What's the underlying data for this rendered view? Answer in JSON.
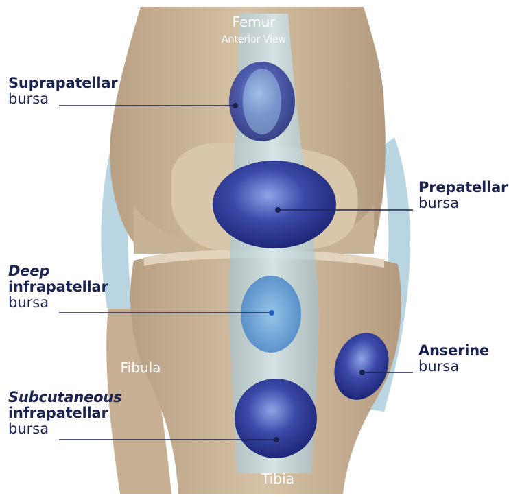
{
  "bones": {
    "femur": "Femur",
    "view": "Anterior View",
    "fibula": "Fibula",
    "tibia": "Tibia"
  },
  "labels": {
    "suprapatellar": {
      "line1": "Suprapatellar",
      "line2": "bursa"
    },
    "prepatellar": {
      "line1": "Prepatellar",
      "line2": "bursa"
    },
    "deep": {
      "line1": "Deep",
      "line2": "infrapatellar",
      "line3": "bursa"
    },
    "anserine": {
      "line1": "Anserine",
      "line2": "bursa"
    },
    "subcutaneous": {
      "line1": "Subcutaneous",
      "line2": "infrapatellar",
      "line3": "bursa"
    }
  },
  "colors": {
    "bone": "#cdb79b",
    "bone_dark": "#b39a7e",
    "bursa": "#2a3590",
    "ligament": "#a9cde0",
    "text": "#1b2451"
  }
}
